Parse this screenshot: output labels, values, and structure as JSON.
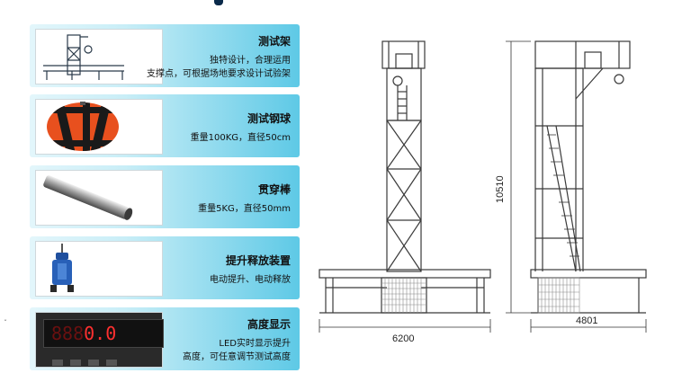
{
  "items": [
    {
      "title": "测试架",
      "line1": "独特设计，合理运用",
      "line2": "支撑点，可根据场地要求设计试验架",
      "icon": "test-frame-icon"
    },
    {
      "title": "测试钢球",
      "line1": "重量100KG，直径50cm",
      "line2": "",
      "icon": "steel-ball-icon"
    },
    {
      "title": "贯穿棒",
      "line1": "重量5KG，直径50mm",
      "line2": "",
      "icon": "penetration-rod-icon"
    },
    {
      "title": "提升释放装置",
      "line1": "电动提升、电动释放",
      "line2": "",
      "icon": "lift-release-device-icon"
    },
    {
      "title": "高度显示",
      "line1": "LED实时显示提升",
      "line2": "高度，可任意调节测试高度",
      "icon": "height-display-icon"
    }
  ],
  "display": {
    "digits": "888",
    "value": "0.0"
  },
  "dimensions": {
    "front_width": "6200",
    "height": "10510",
    "side_width": "4801"
  },
  "colors": {
    "accent": "#5ec9e6",
    "frame": "#3a3a3a",
    "ball_orange": "#e8501e"
  }
}
